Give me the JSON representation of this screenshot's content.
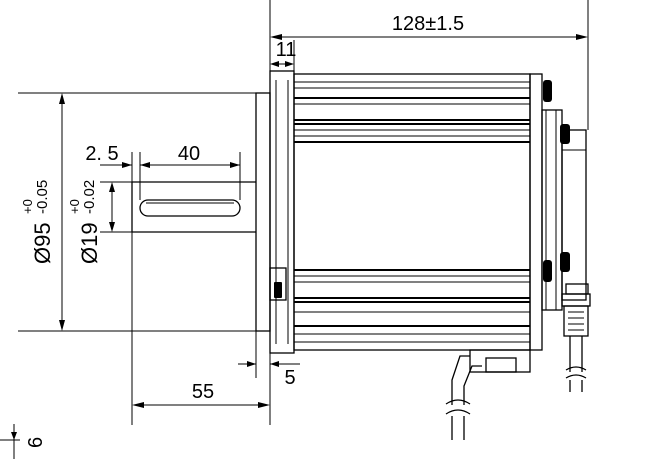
{
  "dimensions": {
    "overall_length": "128±1.5",
    "flange_thickness": "11",
    "key_offset": "2. 5",
    "key_length": "40",
    "flange_diameter": {
      "prefix": "Ø95",
      "tol_upper": "+0",
      "tol_lower": "-0.05"
    },
    "shaft_diameter": {
      "prefix": "Ø19",
      "tol_upper": "+0",
      "tol_lower": "-0.02"
    },
    "shaft_length": "55",
    "pilot_length": "5",
    "key_height": "6"
  },
  "colors": {
    "line": "#000000",
    "background": "#ffffff"
  }
}
